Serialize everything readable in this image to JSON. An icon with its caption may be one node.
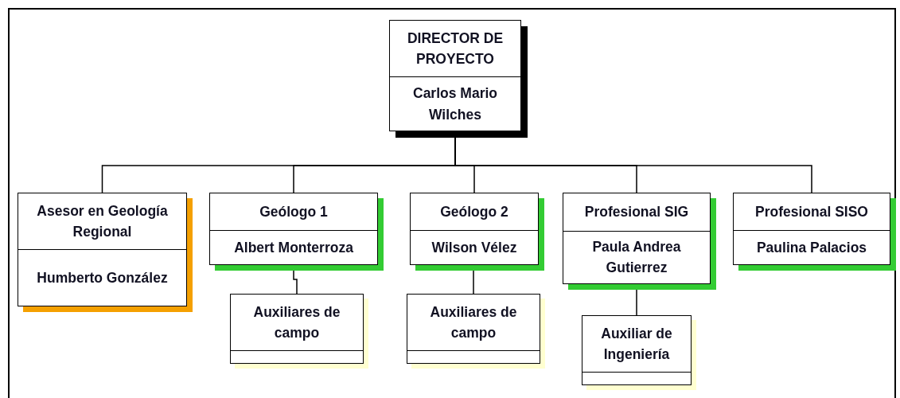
{
  "diagram": {
    "nodes": [
      {
        "text": [
          "DIRECTOR DE PROYECTO",
          "Carlos Mario Wilches"
        ]
      },
      {
        "text": [
          "Asesor en Geología Regional",
          "Humberto González"
        ]
      },
      {
        "text": [
          "Geólogo 1",
          "Albert Monterroza"
        ]
      },
      {
        "text": [
          "Geólogo 2",
          "Wilson Vélez"
        ]
      },
      {
        "text": [
          "Profesional SIG",
          "Paula Andrea Gutierrez"
        ]
      },
      {
        "text": [
          "Profesional SISO",
          "Paulina Palacios"
        ]
      },
      {
        "text": [
          "Auxiliares de campo"
        ]
      },
      {
        "text": [
          "Auxiliares de campo"
        ]
      },
      {
        "text": [
          "Auxiliar de Ingeniería"
        ]
      }
    ],
    "edges": [
      {
        "from": 0,
        "to": 1,
        "arrow": "none"
      },
      {
        "from": 0,
        "to": 2,
        "arrow": "none"
      },
      {
        "from": 0,
        "to": 3,
        "arrow": "none"
      },
      {
        "from": 0,
        "to": 4,
        "arrow": "none"
      },
      {
        "from": 0,
        "to": 5,
        "arrow": "none"
      },
      {
        "from": 2,
        "to": 6,
        "arrow": "none"
      },
      {
        "from": 3,
        "to": 7,
        "arrow": "none"
      },
      {
        "from": 4,
        "to": 8,
        "arrow": "none"
      }
    ]
  }
}
